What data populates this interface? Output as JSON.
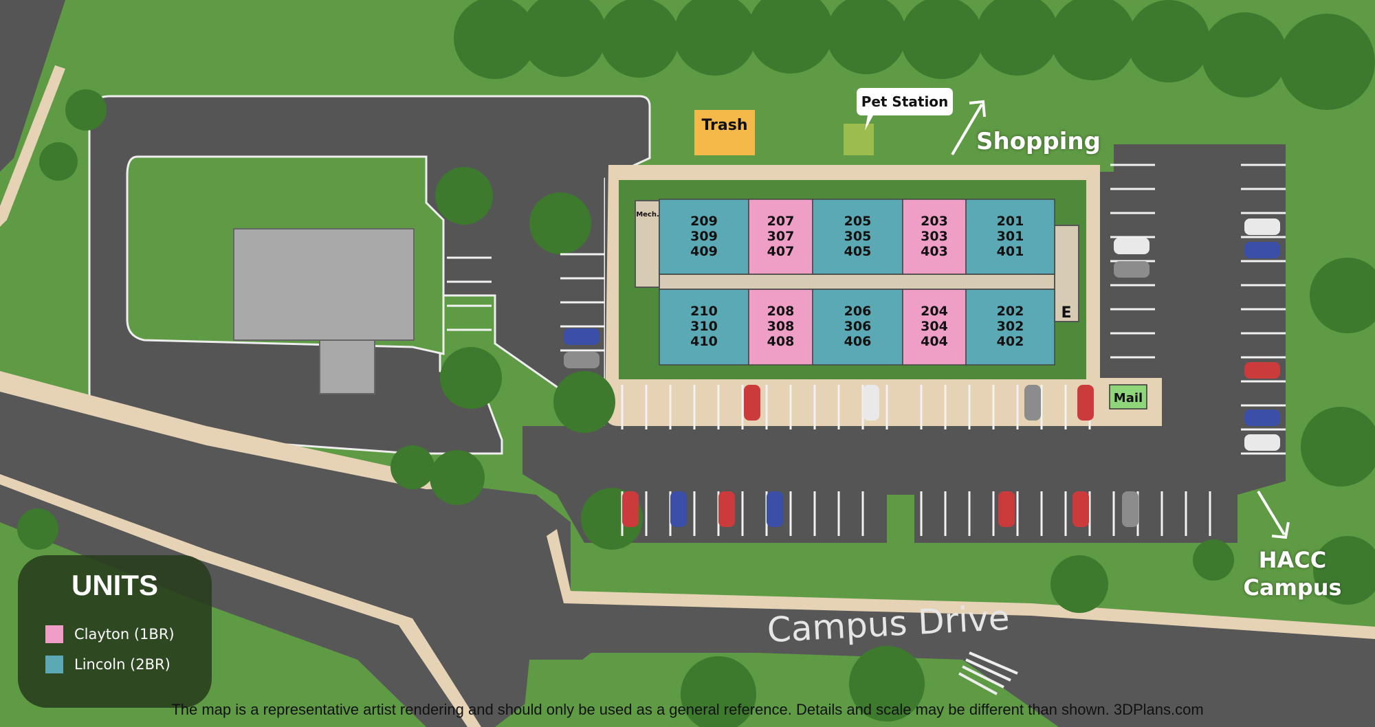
{
  "legend": {
    "title": "UNITS",
    "items": [
      {
        "label": "Clayton (1BR)",
        "color": "#ef9ec6"
      },
      {
        "label": "Lincoln (2BR)",
        "color": "#5aa9b4"
      }
    ]
  },
  "colors": {
    "grass": "#5f9a44",
    "asphalt": "#5a5a5a",
    "sidewalk": "#e6d3b6",
    "clayton": "#ef9ec6",
    "lincoln": "#5aa9b4",
    "trash": "#f5b94a",
    "pet_station": "#9cbc4e",
    "mail": "#8fd67a"
  },
  "building": {
    "mech_label": "Mech.",
    "elevator_label": "E",
    "top_row": [
      {
        "lines": [
          "209",
          "309",
          "409"
        ],
        "type": "lincoln"
      },
      {
        "lines": [
          "207",
          "307",
          "407"
        ],
        "type": "clayton"
      },
      {
        "lines": [
          "205",
          "305",
          "405"
        ],
        "type": "lincoln"
      },
      {
        "lines": [
          "203",
          "303",
          "403"
        ],
        "type": "clayton"
      },
      {
        "lines": [
          "201",
          "301",
          "401"
        ],
        "type": "lincoln"
      }
    ],
    "bottom_row": [
      {
        "lines": [
          "210",
          "310",
          "410"
        ],
        "type": "lincoln"
      },
      {
        "lines": [
          "208",
          "308",
          "408"
        ],
        "type": "clayton"
      },
      {
        "lines": [
          "206",
          "306",
          "406"
        ],
        "type": "lincoln"
      },
      {
        "lines": [
          "204",
          "304",
          "404"
        ],
        "type": "clayton"
      },
      {
        "lines": [
          "202",
          "302",
          "402"
        ],
        "type": "lincoln"
      }
    ]
  },
  "labels": {
    "trash": "Trash",
    "pet_station": "Pet Station",
    "shopping": "Shopping",
    "mail": "Mail",
    "hacc_line1": "HACC",
    "hacc_line2": "Campus",
    "road": "Campus Drive"
  },
  "disclaimer": "The map is a representative artist rendering and should only be used as a general reference. Details and scale may be different than shown. 3DPlans.com"
}
